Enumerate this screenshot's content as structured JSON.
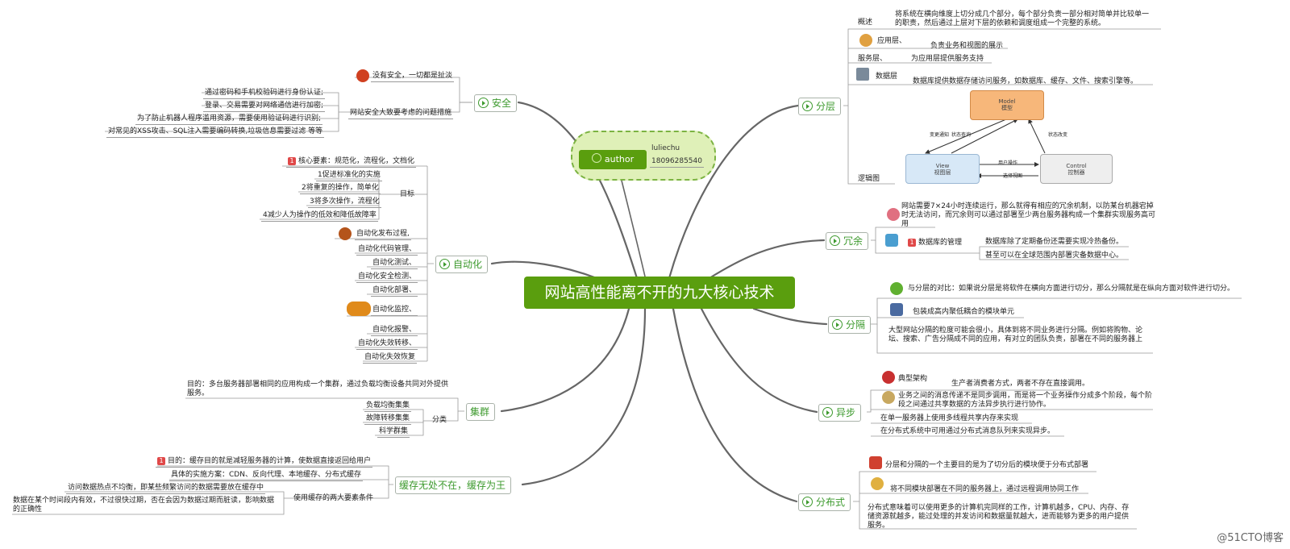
{
  "center": "网站高性能离不开的九大核心技术",
  "author": {
    "label": "author",
    "name": "luliechu",
    "phone": "18096285540"
  },
  "security": {
    "label": "安全",
    "intro": "没有安全，一切都是扯淡",
    "measures_title": "网站安全大致要考虑的问题措施",
    "items": [
      "通过密码和手机校验码进行身份认证;",
      "登录、交易需要对网络通信进行加密;",
      "为了防止机器人程序滥用资源，需要使用验证码进行识别;",
      "对常见的XSS攻击、SQL注入需要编码转换,垃圾信息需要过滤 等等"
    ]
  },
  "automation": {
    "label": "自动化",
    "core": "核心要素：规范化，流程化，文档化",
    "goal_label": "目标",
    "goals": [
      "1促进标准化的实施",
      "2将重复的操作，简单化",
      "3将多次操作，流程化",
      "4减少人为操作的低效和降低故障率"
    ],
    "items": [
      "自动化发布过程,",
      "自动化代码管理、",
      "自动化测试、",
      "自动化安全检测、",
      "自动化部署、",
      "自动化监控、",
      "自动化报警、",
      "自动化失效转移、",
      "自动化失效恢复"
    ]
  },
  "cluster": {
    "label": "集群",
    "purpose": "目的：多台服务器部署相同的应用构成一个集群，通过负载均衡设备共同对外提供服务。",
    "class_label": "分类",
    "classes": [
      "负载均衡集集",
      "故障转移集集",
      "科学群集"
    ]
  },
  "cache": {
    "label": "缓存无处不在，缓存为王",
    "purpose": "目的：缓存目的就是减轻服务器的计算，使数据直接返回给用户",
    "schemes": "具体的实施方案：CDN、反向代理、本地缓存、分布式缓存",
    "conditions_label": "使用缓存的两大要素条件",
    "conditions": [
      "访问数据热点不均衡，即某些频繁访问的数据需要放在缓存中",
      "数据在某个时间段内有效，不过很快过期，否在会因为数据过期而脏读，影响数据的正确性"
    ]
  },
  "layering": {
    "label": "分层",
    "overview_key": "概述",
    "overview": "将系统在横向维度上切分成几个部分，每个部分负责一部分相对简单并比较单一的职责，然后通过上层对下层的依赖和调度组成一个完整的系统。",
    "app_layer": "应用层、",
    "app_desc": "负责业务和视图的展示",
    "service_layer": "服务层、",
    "service_desc": "为应用层提供服务支持",
    "data_layer": "数据层",
    "data_desc": "数据库提供数据存储访问服务，如数据库、缓存、文件、搜索引擎等。",
    "logic_label": "逻辑图",
    "mvc": {
      "model_title": "Model",
      "model_sub": "模型",
      "view_title": "View",
      "view_sub": "视图层",
      "control_title": "Control",
      "control_sub": "控制器",
      "edge_query": "状态查询",
      "edge_change": "状态改变",
      "edge_notify": "变更通知",
      "edge_user": "用户操作",
      "edge_select": "选择视图"
    }
  },
  "redundancy": {
    "label": "冗余",
    "intro": "网站需要7×24小时连续运行，那么就得有相应的冗余机制，以防某台机器宕掉时无法访问，而冗余则可以通过部署至少两台服务器构成一个集群实现服务高可用",
    "db_mgmt": "数据库的管理",
    "db_items": [
      "数据库除了定期备份还需要实现冷热备份。",
      "甚至可以在全球范围内部署灾备数据中心。"
    ]
  },
  "isolation": {
    "label": "分隔",
    "compare": "与分层的对比：如果说分层是将软件在横向方面进行切分，那么分隔就是在纵向方面对软件进行切分。",
    "cohesion": "包装成高内聚低耦合的模块单元",
    "large_site": "大型网站分隔的粒度可能会很小，具体到将不同业务进行分隔。例如将购物、论坛、搜索、广告分隔成不同的应用，有对立的团队负责，部署在不同的服务器上"
  },
  "async": {
    "label": "异步",
    "typical_key": "典型架构",
    "typical": "生产者消费者方式，两者不存在直接调用。",
    "desc": "业务之间的消息传递不是同步调用，而是将一个业务操作分成多个阶段，每个阶段之间通过共享数据的方法异步执行进行协作。",
    "single": "在单一服务器上使用多线程共享内存来实现",
    "distributed": "在分布式系统中可用通过分布式消息队列来实现异步。"
  },
  "distributed": {
    "label": "分布式",
    "goal": "分层和分隔的一个主要目的是为了切分后的模块便于分布式部署",
    "remote": "将不同模块部署在不同的服务器上，通过远程调用协同工作",
    "meaning": "分布式意味着可以使用更多的计算机完同样的工作，计算机越多，CPU、内存、存储资源就越多，能过处理的并发访问和数据量就越大，进而能够为更多的用户提供服务。"
  },
  "watermark": "@51CTO博客",
  "colors": {
    "center": "#5a9e0e",
    "branch_text": "#3d9a2e",
    "model_box": "#f7b77a",
    "view_box": "#d7e8f7",
    "control_box": "#eeeeee"
  }
}
